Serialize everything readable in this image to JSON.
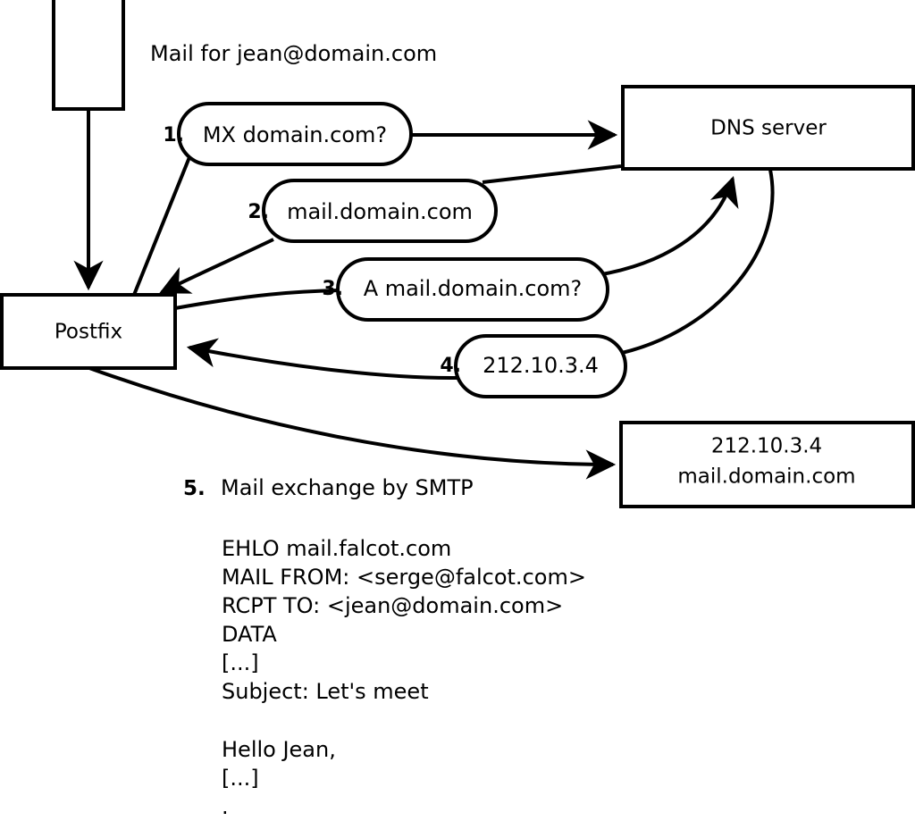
{
  "diagram": {
    "title_note": "Mail for jean@domain.com",
    "nodes": [
      {
        "id": "mail-client",
        "label": ""
      },
      {
        "id": "postfix",
        "label": "Postfix"
      },
      {
        "id": "dns-server",
        "label": "DNS server"
      },
      {
        "id": "remote-mail-server",
        "line1": "212.10.3.4",
        "line2": "mail.domain.com"
      }
    ],
    "steps": [
      {
        "number": "1.",
        "label": "MX domain.com?"
      },
      {
        "number": "2.",
        "label": "mail.domain.com"
      },
      {
        "number": "3.",
        "label": "A mail.domain.com?"
      },
      {
        "number": "4.",
        "label": "212.10.3.4"
      }
    ],
    "smtp_step": {
      "number": "5.",
      "label": "Mail exchange by SMTP"
    },
    "transcript": [
      "EHLO mail.falcot.com",
      "MAIL FROM: <serge@falcot.com>",
      "RCPT TO: <jean@domain.com>",
      "DATA",
      "[...]",
      "Subject: Let's meet",
      "",
      "Hello Jean,",
      "[...]",
      "."
    ],
    "colors": {
      "stroke": "#000000",
      "fill": "#ffffff",
      "text": "#000000"
    }
  }
}
